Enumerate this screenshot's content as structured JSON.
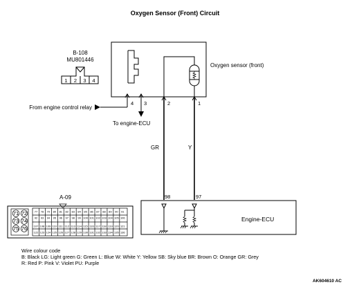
{
  "title": "Oxygen Sensor (Front) Circuit",
  "relay_connector": {
    "id": "B-108",
    "part_no": "MU801446",
    "pins": [
      "1",
      "2",
      "3",
      "4"
    ]
  },
  "sensor": {
    "label": "Oxygen sensor (front)",
    "pin_left": "2",
    "pin_right": "1"
  },
  "relay_pins": {
    "left": "4",
    "right": "3"
  },
  "from_relay_label": "From engine control relay",
  "to_ecu_label": "To engine-ECU",
  "wires": {
    "left_color": "GR",
    "right_color": "Y"
  },
  "ecu": {
    "label": "Engine-ECU",
    "pin_left": "98",
    "pin_right": "97"
  },
  "ecu_connector": {
    "id": "A-09",
    "left_block": [
      "71",
      "72",
      "73",
      "74",
      "75",
      "76"
    ],
    "rows": [
      [
        "77",
        "78",
        "79",
        "80",
        "81",
        "82",
        "83",
        "84",
        "85",
        "86",
        "87",
        "88",
        "89",
        "90",
        "91"
      ],
      [
        "92",
        "93",
        "94",
        "95",
        "96",
        "97",
        "98",
        "99",
        "100",
        "101",
        "102",
        "103",
        "104",
        "105",
        "106"
      ],
      [
        "107",
        "108",
        "109",
        "110",
        "111",
        "112",
        "113",
        "114",
        "115",
        "116",
        "117",
        "118",
        "119",
        "120",
        "121"
      ],
      [
        "122",
        "123",
        "124",
        "125",
        "126",
        "127",
        "128",
        "129",
        "130",
        "131",
        "132",
        "133",
        "134",
        "135",
        "136"
      ]
    ]
  },
  "colour_code": {
    "heading": "Wire colour code",
    "line1": "B: Black  LG: Light green  G: Green  L: Blue  W: White  Y: Yellow  SB: Sky blue  BR: Brown  O: Orange  GR: Grey",
    "line2": "R: Red  P: Pink  V: Violet  PU: Purple"
  },
  "figure_ref": "AK604610 AC"
}
